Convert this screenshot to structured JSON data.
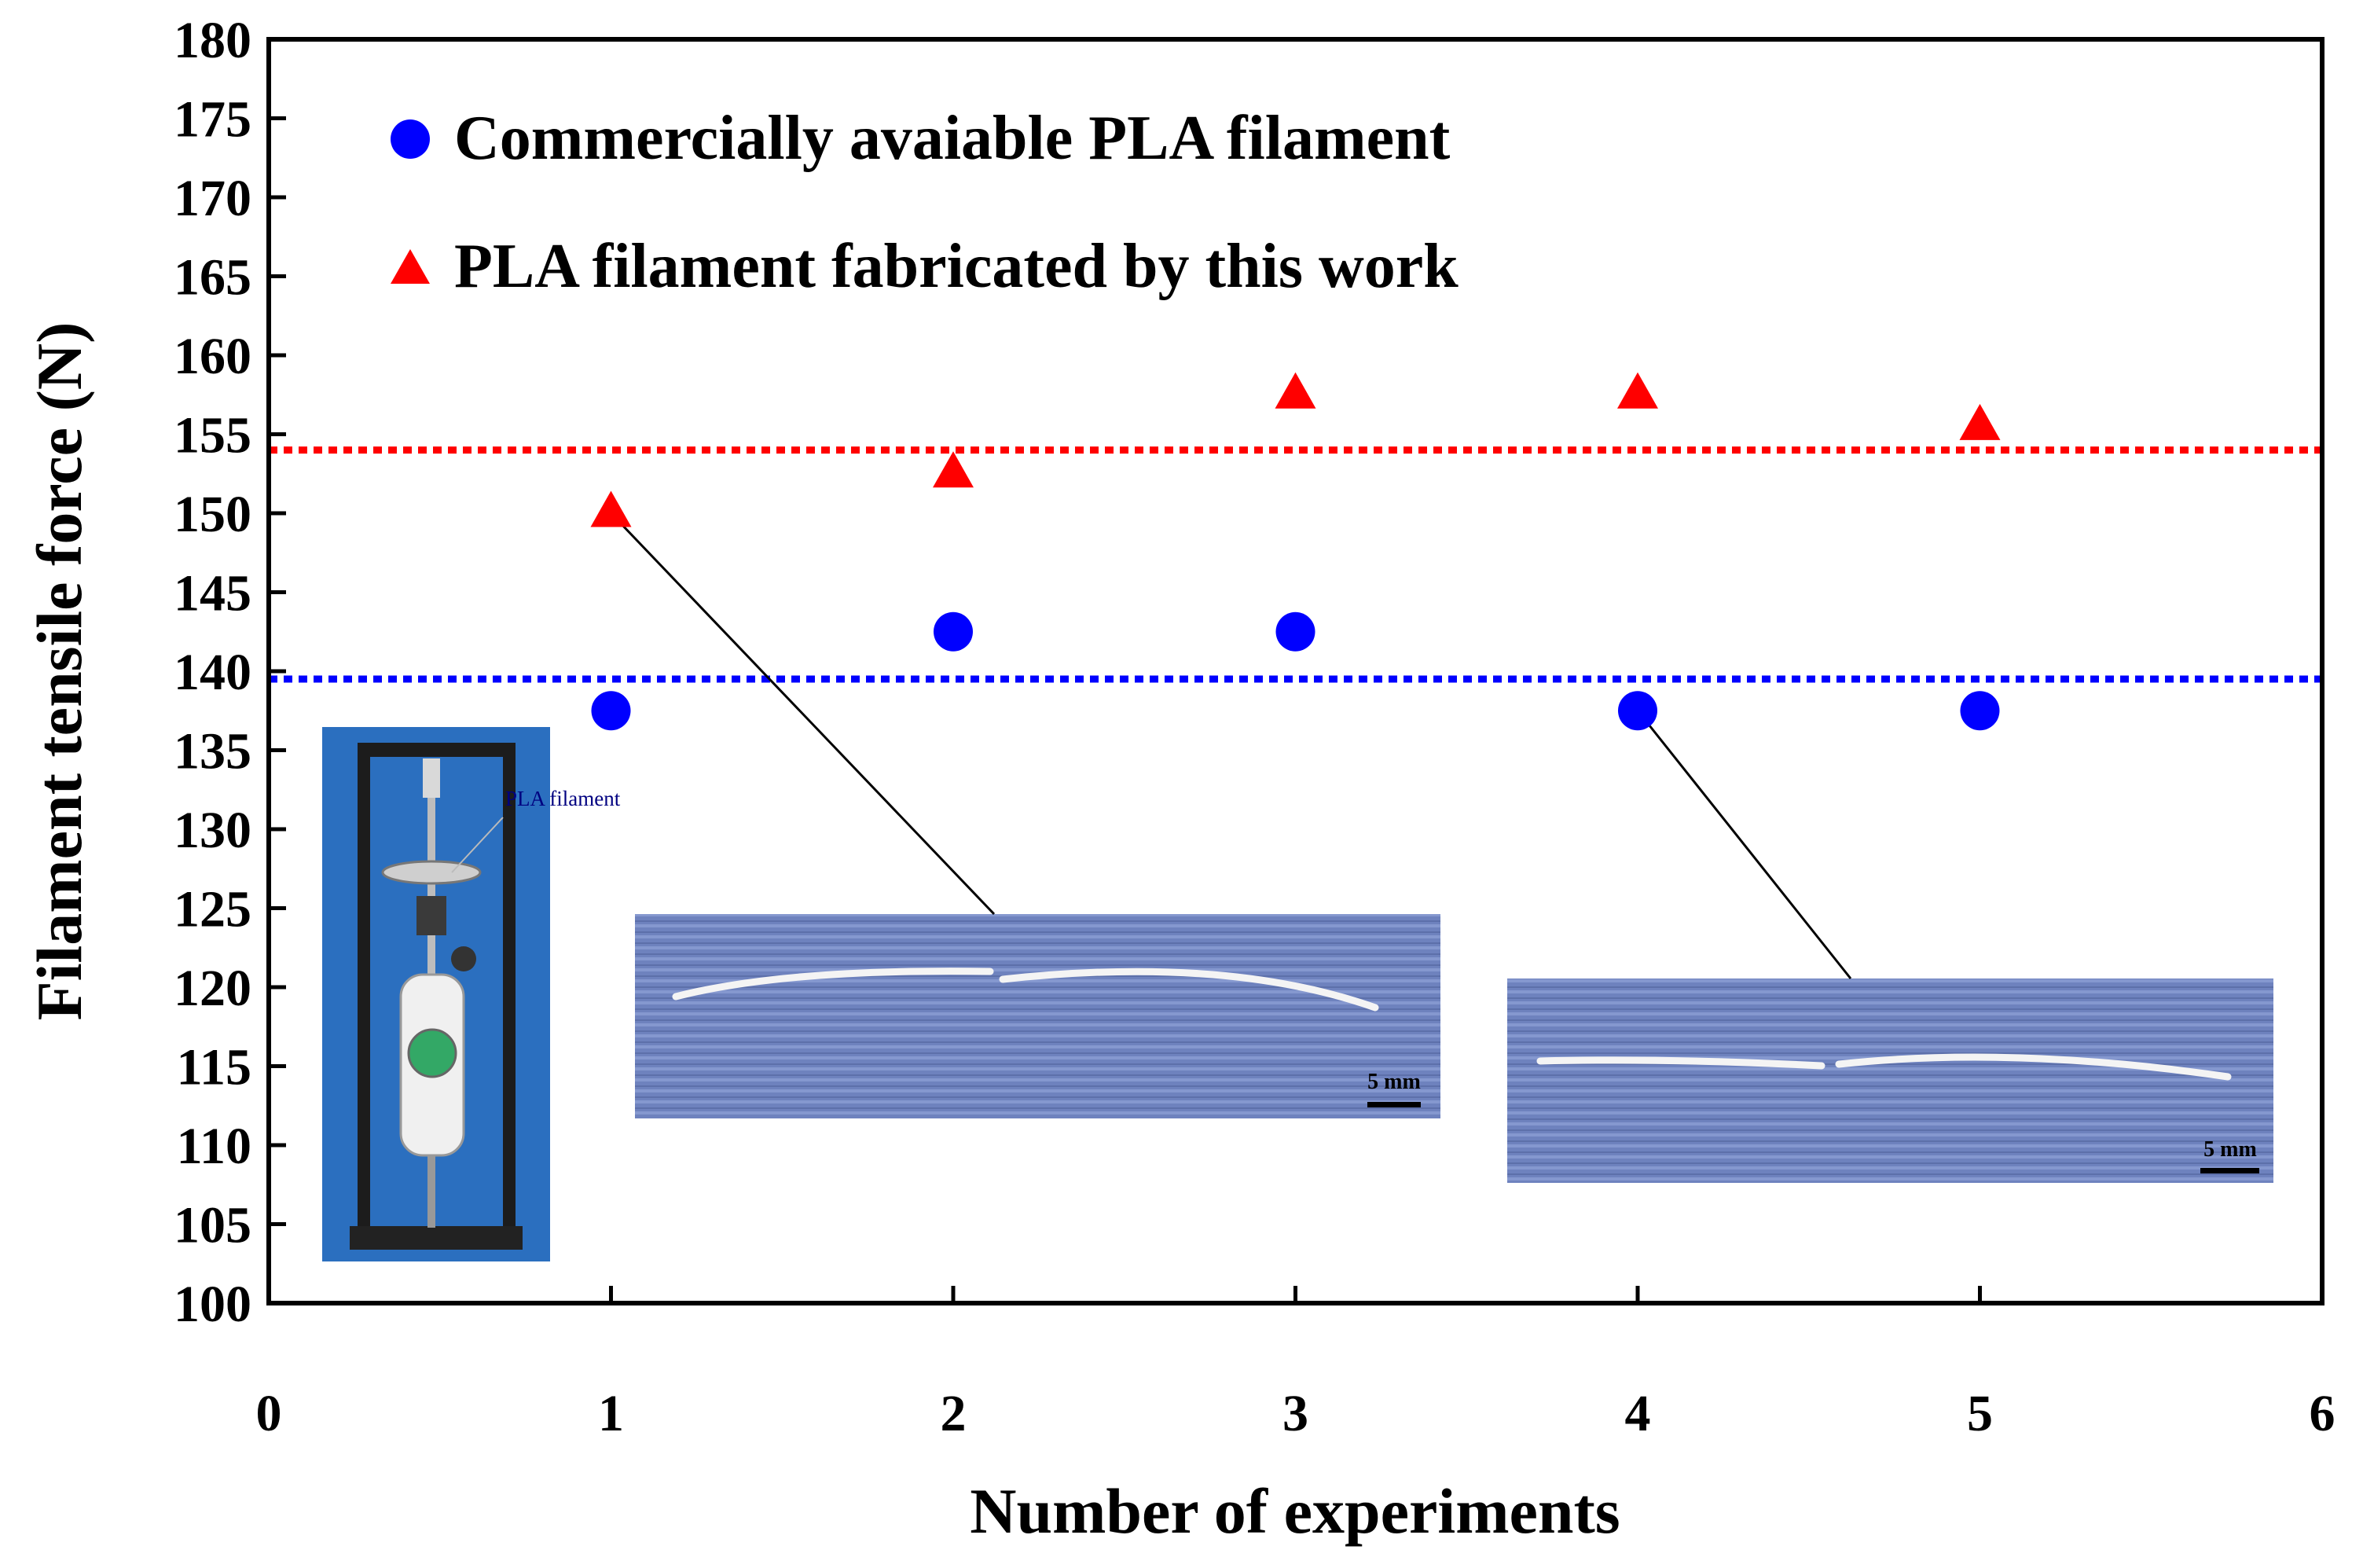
{
  "chart_data": {
    "type": "scatter",
    "title": "",
    "xlabel": "Number of experiments",
    "ylabel": "Filament tensile force (N)",
    "xlim": [
      0,
      6
    ],
    "ylim": [
      100,
      180
    ],
    "x_ticks": [
      0,
      1,
      2,
      3,
      4,
      5,
      6
    ],
    "y_ticks": [
      100,
      105,
      110,
      115,
      120,
      125,
      130,
      135,
      140,
      145,
      150,
      155,
      160,
      165,
      170,
      175,
      180
    ],
    "grid": false,
    "legend_position": "top-left",
    "series": [
      {
        "name": "Commercially avaiable PLA filament",
        "marker": "circle",
        "color": "#0000ff",
        "x": [
          1,
          2,
          3,
          4,
          5
        ],
        "y": [
          137.5,
          142.5,
          142.5,
          137.5,
          137.5
        ]
      },
      {
        "name": "PLA filament fabricated by this work",
        "marker": "triangle",
        "color": "#ff0000",
        "x": [
          1,
          2,
          3,
          4,
          5
        ],
        "y": [
          150,
          152.5,
          157.5,
          157.5,
          155.5
        ]
      }
    ],
    "reference_lines": [
      {
        "y": 154,
        "color": "#ff0000",
        "style": "dotted"
      },
      {
        "y": 139.5,
        "color": "#0000ff",
        "style": "dotted"
      }
    ],
    "insets": [
      {
        "kind": "tensile-tester-photo",
        "label": "PLA filament"
      },
      {
        "kind": "broken-filament-photo",
        "scale_label": "5 mm",
        "points_to": {
          "x": 1,
          "y": 150
        }
      },
      {
        "kind": "broken-filament-photo",
        "scale_label": "5 mm",
        "points_to": {
          "x": 4,
          "y": 137.5
        }
      }
    ]
  }
}
